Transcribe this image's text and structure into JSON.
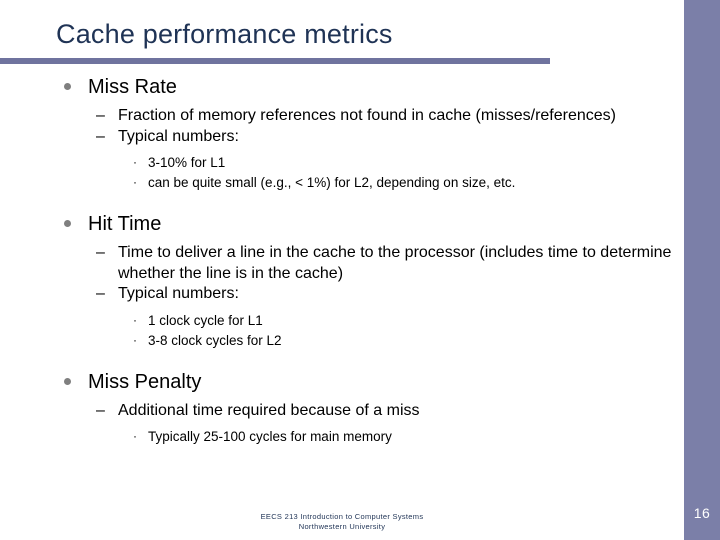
{
  "slide": {
    "title": "Cache performance metrics",
    "page_number": "16",
    "accent_color": "#7b7fa8",
    "rule_color": "#6f739e",
    "title_color": "#1f3355"
  },
  "footer": {
    "line1": "EECS 213 Introduction to Computer Systems",
    "line2": "Northwestern University"
  },
  "body": {
    "miss_rate": {
      "heading": "Miss Rate",
      "sub1": "Fraction of memory references not found in cache (misses/references)",
      "sub2": "Typical numbers:",
      "item1": "3-10% for L1",
      "item2": "can be quite small (e.g., < 1%) for L2, depending on size, etc."
    },
    "hit_time": {
      "heading": "Hit Time",
      "sub1": "Time to deliver a line in the cache to the processor (includes time to determine whether the line is in the cache)",
      "sub2": "Typical numbers:",
      "item1": "1 clock cycle for L1",
      "item2": "3-8 clock cycles for L2"
    },
    "miss_penalty": {
      "heading": "Miss Penalty",
      "sub1": "Additional time required because of a miss",
      "item1": "Typically 25-100 cycles for main memory"
    }
  },
  "markers": {
    "dash": "–",
    "dot": "·"
  }
}
